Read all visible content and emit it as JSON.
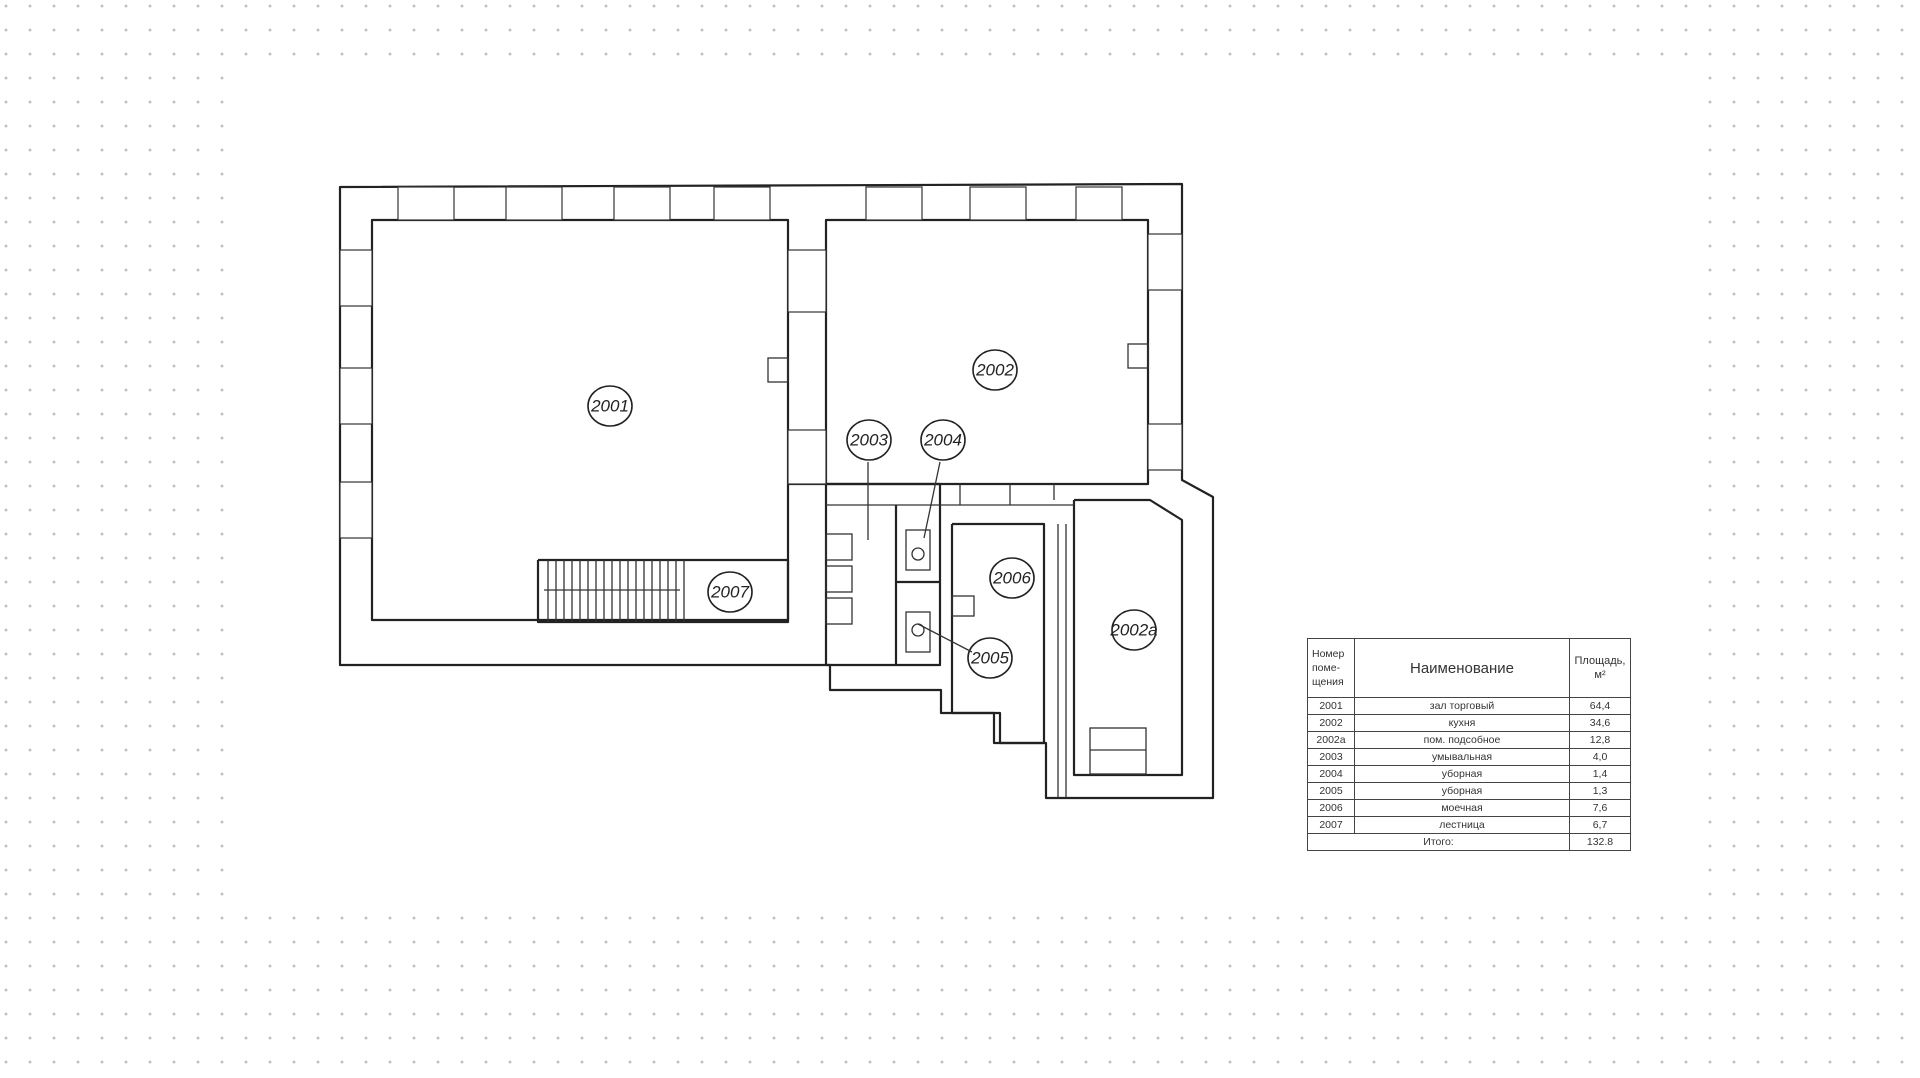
{
  "rooms": [
    {
      "id": "2001"
    },
    {
      "id": "2002"
    },
    {
      "id": "2002a",
      "label": "2002a"
    },
    {
      "id": "2003"
    },
    {
      "id": "2004"
    },
    {
      "id": "2005"
    },
    {
      "id": "2006"
    },
    {
      "id": "2007"
    }
  ],
  "legend": {
    "header": {
      "number": "Номер поме-щения",
      "name": "Наименование",
      "area": "Площадь, м²"
    },
    "rows": [
      {
        "number": "2001",
        "name": "зал торговый",
        "area": "64,4"
      },
      {
        "number": "2002",
        "name": "кухня",
        "area": "34,6"
      },
      {
        "number": "2002a",
        "name": "пом. подсобное",
        "area": "12,8"
      },
      {
        "number": "2003",
        "name": "умывальная",
        "area": "4,0"
      },
      {
        "number": "2004",
        "name": "уборная",
        "area": "1,4"
      },
      {
        "number": "2005",
        "name": "уборная",
        "area": "1,3"
      },
      {
        "number": "2006",
        "name": "моечная",
        "area": "7,6"
      },
      {
        "number": "2007",
        "name": "лестница",
        "area": "6,7"
      }
    ],
    "total_label": "Итого:",
    "total_value": "132.8"
  }
}
